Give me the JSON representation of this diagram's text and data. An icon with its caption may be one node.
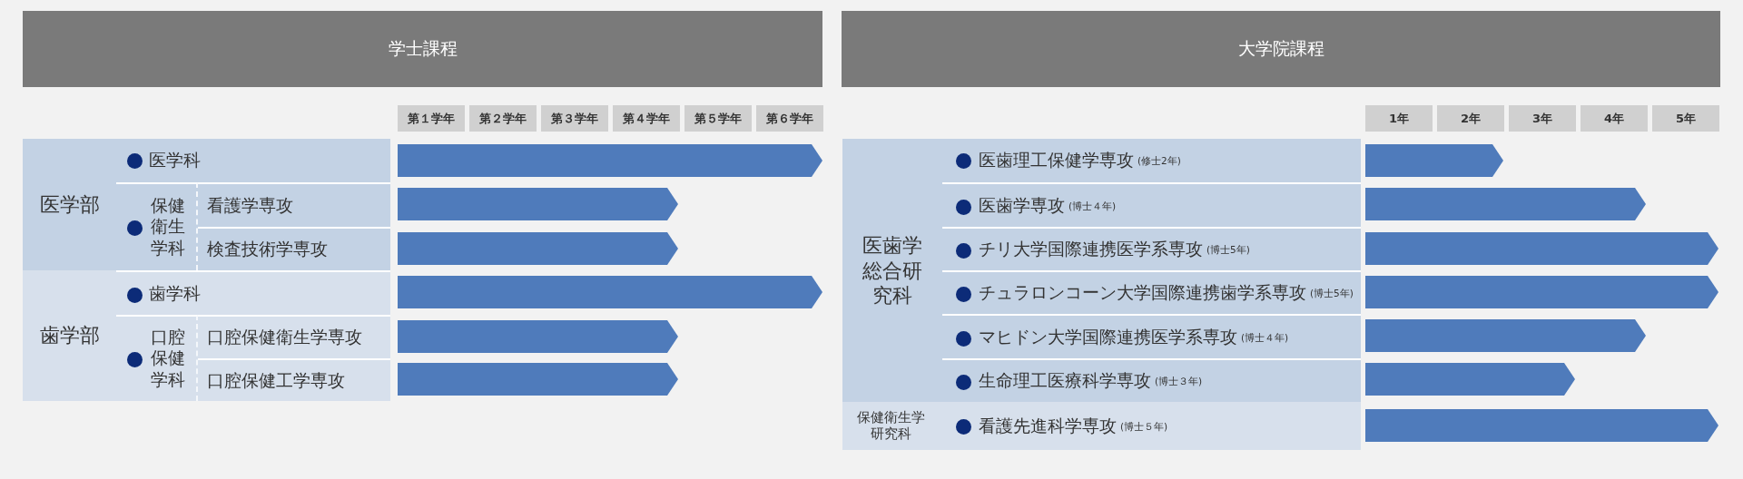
{
  "diagram": {
    "nodes": [
      {
        "text": [
          "学士課程"
        ]
      },
      {
        "text": [
          "大学院課程"
        ]
      },
      {
        "text": [
          "第１学年"
        ]
      },
      {
        "text": [
          "第２学年"
        ]
      },
      {
        "text": [
          "第３学年"
        ]
      },
      {
        "text": [
          "第４学年"
        ]
      },
      {
        "text": [
          "第５学年"
        ]
      },
      {
        "text": [
          "第６学年"
        ]
      },
      {
        "text": [
          "1年"
        ]
      },
      {
        "text": [
          "2年"
        ]
      },
      {
        "text": [
          "3年"
        ]
      },
      {
        "text": [
          "4年"
        ]
      },
      {
        "text": [
          "5年"
        ]
      },
      {
        "text": [
          "医学部"
        ]
      },
      {
        "text": [
          "医学科"
        ],
        "in": 13
      },
      {
        "text": [
          "保健衛生学科"
        ],
        "in": 13
      },
      {
        "text": [
          "看護学専攻"
        ],
        "in": 13
      },
      {
        "text": [
          "検査技術学専攻"
        ],
        "in": 13
      },
      {
        "text": [
          "歯学部"
        ]
      },
      {
        "text": [
          "歯学科"
        ],
        "in": 18
      },
      {
        "text": [
          "口腔保健学科"
        ],
        "in": 18
      },
      {
        "text": [
          "口腔保健衛生学専攻"
        ],
        "in": 18
      },
      {
        "text": [
          "口腔保健工学専攻"
        ],
        "in": 18
      },
      {
        "text": [
          "医歯学総合研究科"
        ]
      },
      {
        "text": [
          "医歯理工保健学専攻",
          "(修士2年)"
        ],
        "in": 23
      },
      {
        "text": [
          "医歯学専攻",
          "(博士４年)"
        ],
        "in": 23
      },
      {
        "text": [
          "チリ大学国際連携医学系専攻",
          "(博士5年)"
        ],
        "in": 23
      },
      {
        "text": [
          "チュラロンコーン大学国際連携歯学系専攻",
          "(博士5年)"
        ],
        "in": 23
      },
      {
        "text": [
          "マヒドン大学国際連携医学系専攻",
          "(博士４年)"
        ],
        "in": 23
      },
      {
        "text": [
          "生命理工医療科学専攻",
          "(博士３年)"
        ],
        "in": 23
      },
      {
        "text": [
          "保健衛生学研究科"
        ]
      },
      {
        "text": [
          "看護先進科学専攻",
          "(博士５年)"
        ],
        "in": 30
      },
      {
        "text": [],
        "shape": "arrow"
      },
      {
        "text": [],
        "shape": "arrow"
      },
      {
        "text": [],
        "shape": "arrow"
      },
      {
        "text": [],
        "shape": "arrow"
      },
      {
        "text": [],
        "shape": "arrow"
      },
      {
        "text": [],
        "shape": "arrow"
      },
      {
        "text": [],
        "shape": "arrow"
      },
      {
        "text": [],
        "shape": "arrow"
      },
      {
        "text": [],
        "shape": "arrow"
      },
      {
        "text": [],
        "shape": "arrow"
      },
      {
        "text": [],
        "shape": "arrow"
      },
      {
        "text": [],
        "shape": "arrow"
      },
      {
        "text": [],
        "shape": "arrow"
      }
    ]
  }
}
